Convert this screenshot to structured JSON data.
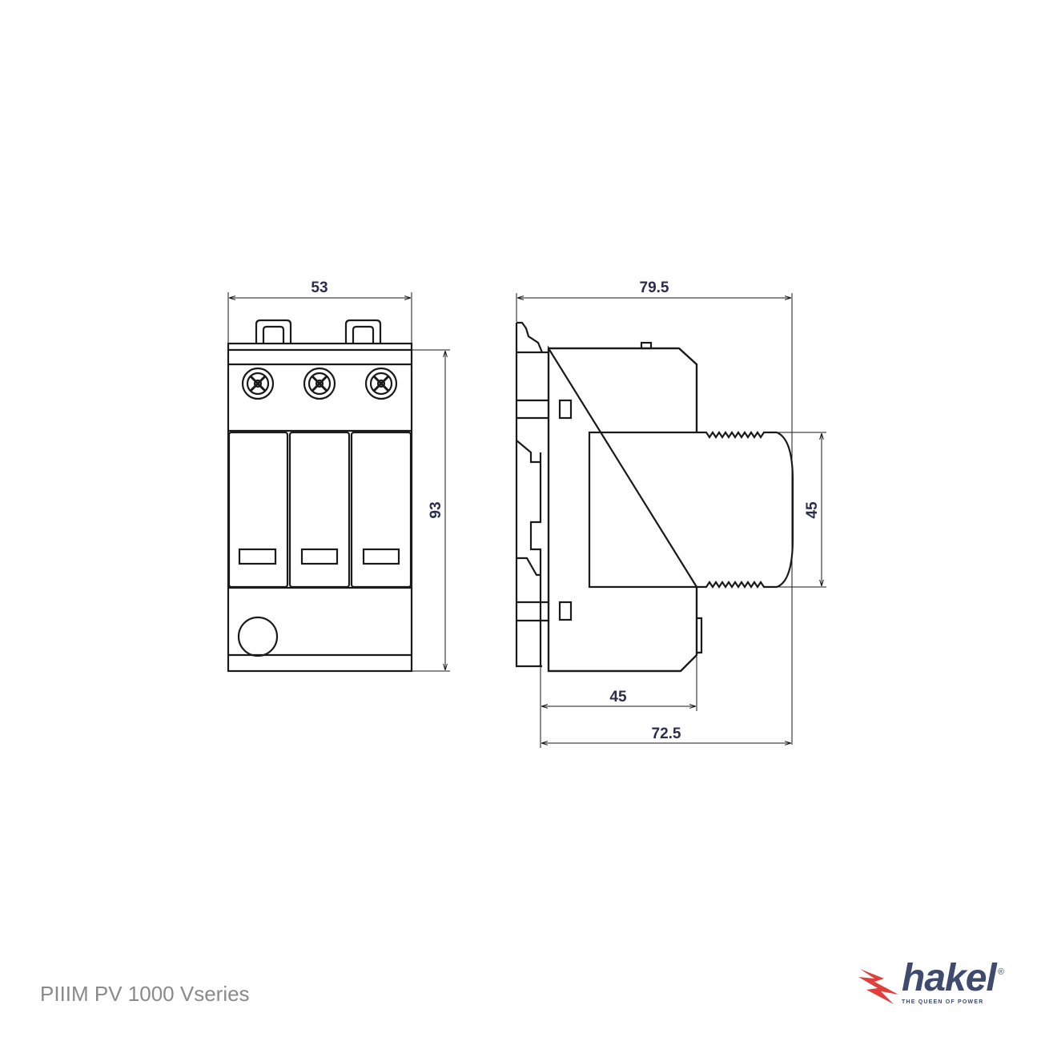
{
  "dimensions": {
    "front_width": "53",
    "front_height": "93",
    "side_total_depth": "79.5",
    "side_module_height": "45",
    "side_base_depth": "45",
    "side_depth_from_rail": "72.5"
  },
  "caption": "PIIIM PV 1000 Vseries",
  "logo": {
    "name": "hakel",
    "registered": "®",
    "tagline": "THE QUEEN OF POWER",
    "colors": {
      "bolt": "#e0403c",
      "text": "#3e4a6e"
    }
  },
  "colors": {
    "line": "#1a1a1a",
    "dimension_text": "#2b2d4f",
    "caption": "#8a8a8a"
  }
}
